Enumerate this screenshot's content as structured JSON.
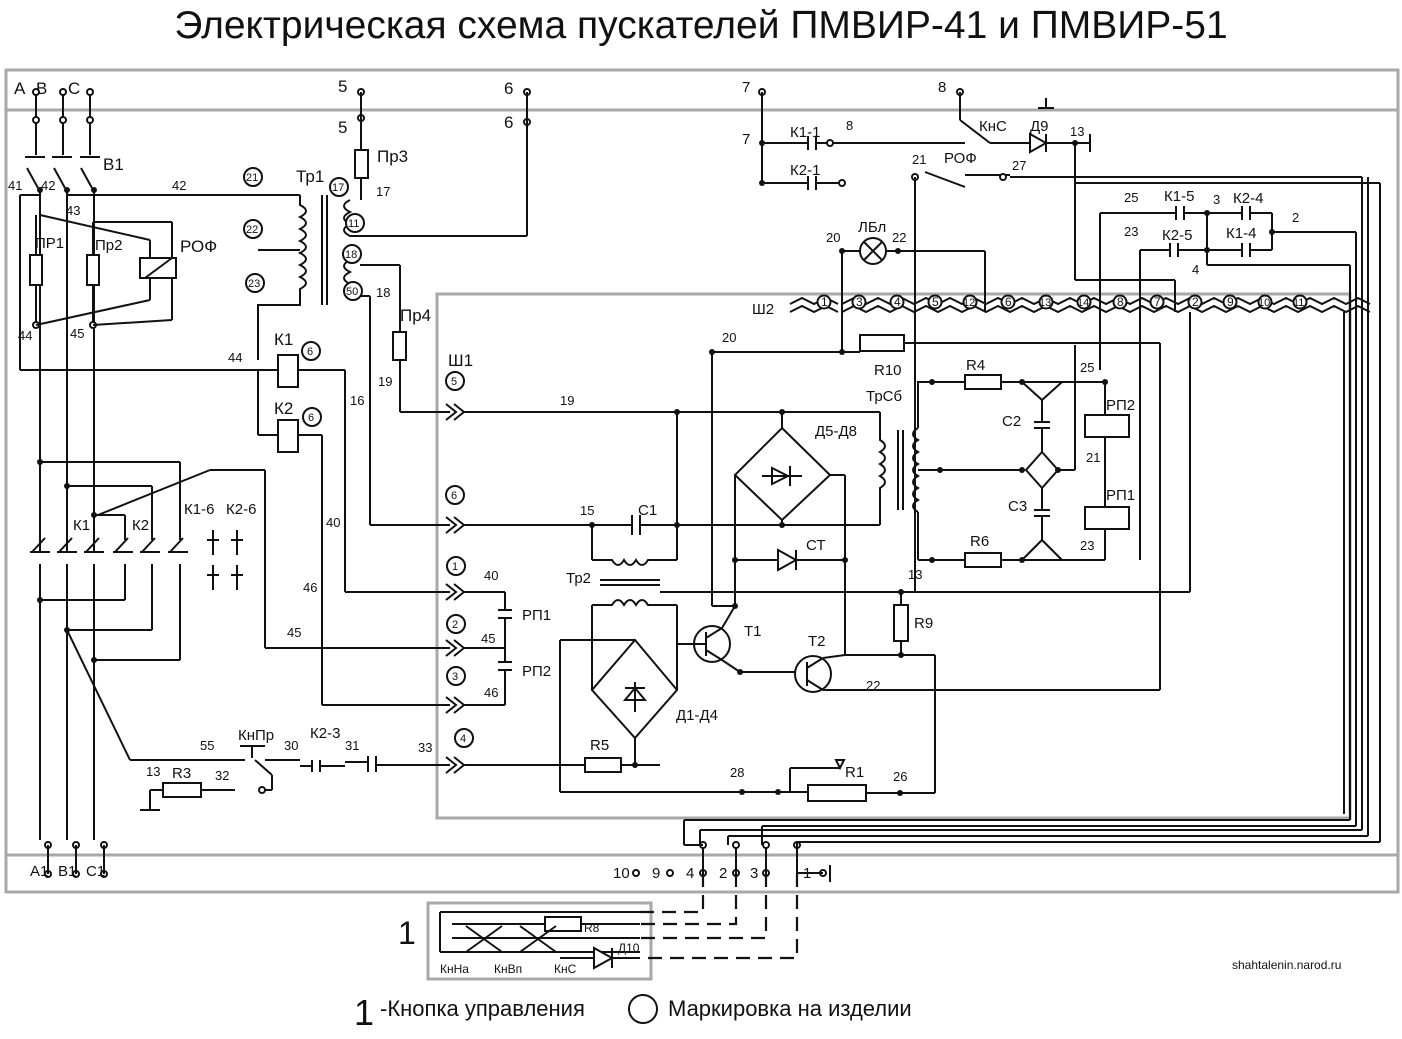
{
  "title": "Электрическая схема пускателей ПМВИР-41 и ПМВИР-51",
  "legend": {
    "button_num": "1",
    "button_text": "-Кнопка управления",
    "marking_text": "Маркировка на изделии"
  },
  "website": "shahtalenin.narod.ru",
  "phases_in": [
    "A",
    "B",
    "C"
  ],
  "phases_out": [
    "A1",
    "B1",
    "C1"
  ],
  "terminals_bottom": [
    "10",
    "9",
    "4",
    "2",
    "3",
    "1"
  ],
  "components": {
    "switch": "В1",
    "fuse_pr1": "ПР1",
    "fuse_pr2": "Пр2",
    "fuse_pr3": "Пр3",
    "fuse_pr4": "Пр4",
    "rof": "РОФ",
    "tr1": "Тр1",
    "tr2": "Тр2",
    "trsb": "ТрСб",
    "k1": "К1",
    "k2": "К2",
    "k1_6": "К1-6",
    "k2_6": "К2-6",
    "k1_1": "К1-1",
    "k2_1": "К2-1",
    "k1_5": "К1-5",
    "k2_4": "К2-4",
    "k2_5": "К2-5",
    "k1_4": "К1-4",
    "k2_3": "К2-3",
    "kns": "КнС",
    "knpr": "КнПр",
    "kna": "КнНа",
    "knvp": "КнВп",
    "d9": "Д9",
    "d10": "Д10",
    "d5d8": "Д5-Д8",
    "d1d4": "Д1-Д4",
    "st": "СТ",
    "lbl": "ЛБл",
    "sh1": "Ш1",
    "sh2": "Ш2",
    "r1": "R1",
    "r3": "R3",
    "r4": "R4",
    "r5": "R5",
    "r6": "R6",
    "r8": "R8",
    "r9": "R9",
    "r10": "R10",
    "c1": "С1",
    "c2": "С2",
    "c3": "С3",
    "rp1": "РП1",
    "rp2": "РП2",
    "t1": "Т1",
    "t2": "Т2",
    "button_label": "1"
  },
  "wires": {
    "w5": "5",
    "w6": "6",
    "w7": "7",
    "w8": "8",
    "w13": "13",
    "w17": "17",
    "w18": "18",
    "w19": "19",
    "w20": "20",
    "w21": "21",
    "w22": "22",
    "w23": "23",
    "w25": "25",
    "w26": "26",
    "w27": "27",
    "w28": "28",
    "w30": "30",
    "w31": "31",
    "w32": "32",
    "w33": "33",
    "w40": "40",
    "w41": "41",
    "w42": "42",
    "w43": "43",
    "w44": "44",
    "w45": "45",
    "w46": "46",
    "w55": "55",
    "w15": "15",
    "w16": "16",
    "w2": "2",
    "w3": "3",
    "w4": "4"
  },
  "circle_marks_tr1": [
    "21",
    "22",
    "23"
  ],
  "circle_marks_tr1_sec": [
    "17",
    "11",
    "18",
    "50"
  ],
  "sh1_pins": [
    "5",
    "6",
    "1",
    "2",
    "3",
    "4"
  ],
  "sh2_pins": [
    "1",
    "3",
    "4",
    "5",
    "12",
    "6",
    "13",
    "14",
    "8",
    "7",
    "2",
    "9",
    "10",
    "11"
  ],
  "k_marks": [
    "6",
    "6"
  ]
}
